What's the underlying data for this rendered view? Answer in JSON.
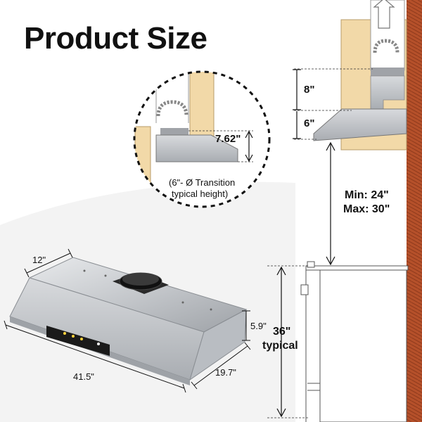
{
  "title": "Product Size",
  "detail_callout": {
    "transition_height": "7.62\"",
    "note_line1": "(6\"- Ø Transition",
    "note_line2": "typical height)"
  },
  "install_diagram": {
    "duct_height": "8\"",
    "hood_height": "6\"",
    "min_clearance": "Min: 24\"",
    "max_clearance": "Max: 30\"",
    "counter_height_value": "36\"",
    "counter_height_label": "typical"
  },
  "hood_dimensions": {
    "depth": "12\"",
    "width": "41.5\"",
    "front_height": "5.9\"",
    "front_depth": "19.7\""
  },
  "colors": {
    "wall_beige": "#f2d9a8",
    "brick": "#b5502a",
    "steel": "#c9ccd0",
    "background_band": "#f2f2f2"
  }
}
